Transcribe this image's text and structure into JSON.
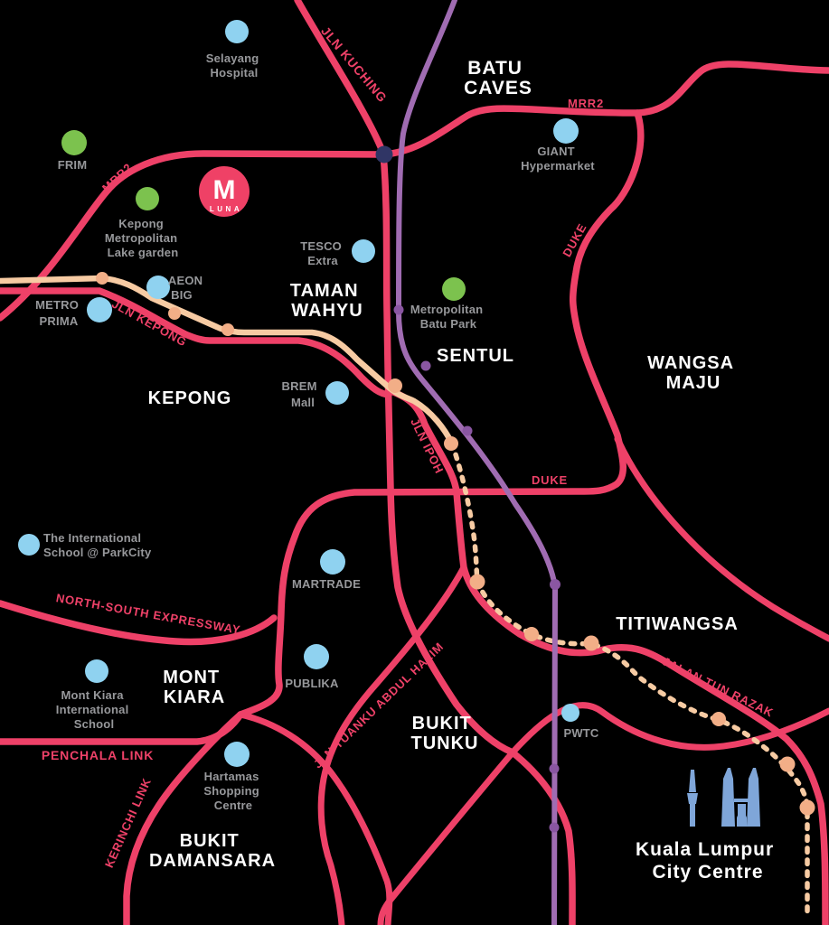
{
  "districts": {
    "batu_caves": {
      "l1": "BATU",
      "l2": "CAVES"
    },
    "taman_wahyu": {
      "l1": "TAMAN",
      "l2": "WAHYU"
    },
    "kepong": {
      "l1": "KEPONG"
    },
    "sentul": {
      "l1": "SENTUL"
    },
    "wangsa_maju": {
      "l1": "WANGSA",
      "l2": "MAJU"
    },
    "titiwangsa": {
      "l1": "TITIWANGSA"
    },
    "mont_kiara": {
      "l1": "MONT",
      "l2": "KIARA"
    },
    "bukit_tunku": {
      "l1": "BUKIT",
      "l2": "TUNKU"
    },
    "bukit_damansara": {
      "l1": "BUKIT",
      "l2": "DAMANSARA"
    },
    "klcc": {
      "l1": "Kuala Lumpur",
      "l2": "City Centre"
    }
  },
  "roads": {
    "jln_kuching": "JLN KUCHING",
    "mrr2": "MRR2",
    "duke": "DUKE",
    "jln_kepong": "JLN KEPONG",
    "jln_ipoh": "JLN IPOH",
    "nse": "NORTH-SOUTH EXPRESSWAY",
    "jtah": "JLN TUANKU ABDUL HALIM",
    "jtr": "JALAN TUN RAZAK",
    "penchala": "PENCHALA LINK",
    "kerinchi": "KERINCHI LINK"
  },
  "pois": {
    "selayang": {
      "l1": "Selayang",
      "l2": "Hospital"
    },
    "frim": {
      "l1": "FRIM"
    },
    "kepong_lake": {
      "l1": "Kepong",
      "l2": "Metropolitan",
      "l3": "Lake garden"
    },
    "tesco": {
      "l1": "TESCO",
      "l2": "Extra"
    },
    "giant": {
      "l1": "GIANT",
      "l2": "Hypermarket"
    },
    "aeon": {
      "l1": "AEON",
      "l2": "BIG"
    },
    "metro_prima": {
      "l1": "METRO",
      "l2": "PRIMA"
    },
    "brem": {
      "l1": "BREM",
      "l2": "Mall"
    },
    "batu_park": {
      "l1": "Metropolitan",
      "l2": "Batu Park"
    },
    "martrade": {
      "l1": "MARTRADE"
    },
    "publika": {
      "l1": "PUBLIKA"
    },
    "tis_parkcity": {
      "l1": "The International",
      "l2": "School @ ParkCity"
    },
    "mkis": {
      "l1": "Mont Kiara",
      "l2": "International",
      "l3": "School"
    },
    "hartamas": {
      "l1": "Hartamas",
      "l2": "Shopping",
      "l3": "Centre"
    },
    "pwtc": {
      "l1": "PWTC"
    }
  },
  "logo": {
    "initial": "M",
    "name": "LUNA"
  },
  "colors": {
    "road_pink": "#EE4168",
    "rail_purple": "#A06CB2",
    "rail_purple_station": "#8A56A2",
    "ktm_peach": "#F7CBA3",
    "ktm_station": "#F2AE87",
    "poi_blue": "#8FD2F0",
    "poi_green": "#7CC24E",
    "district_text": "#FFFFFF",
    "poi_text": "#97989B",
    "interchange_navy": "#303565",
    "klcc_blue": "#7FA6D9",
    "logo_pink": "#EF4166"
  }
}
